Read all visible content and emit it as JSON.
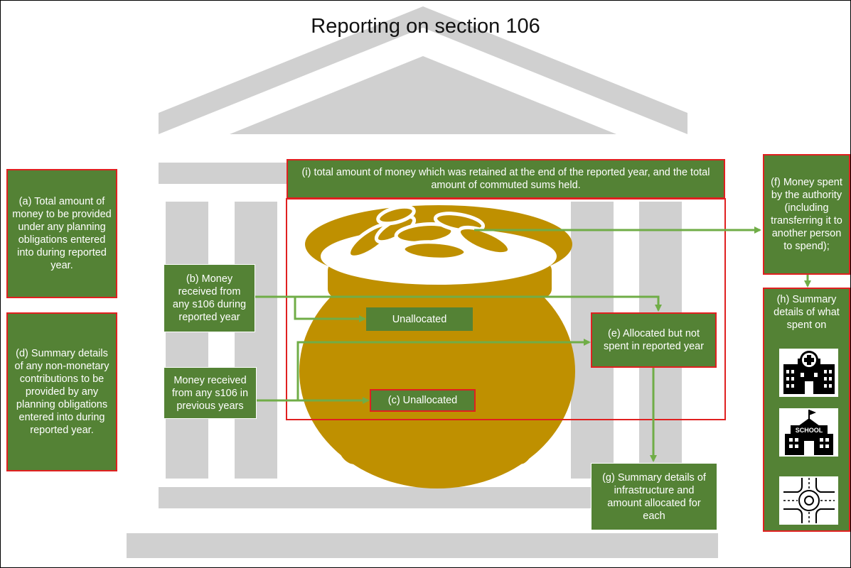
{
  "title": "Reporting on section 106",
  "boxes": {
    "a": "(a) Total amount of money to be provided under any planning obligations entered into during reported year.",
    "d": "(d) Summary details of any non-monetary contributions to be provided by any planning obligations entered into during reported year.",
    "b": "(b) Money received from any s106 during reported year",
    "prev": "Money received from any s106 in previous years",
    "unallocated": "Unallocated",
    "c": "(c) Unallocated",
    "e": "(e) Allocated but not spent in reported year",
    "g": "(g) Summary details of infrastructure and amount allocated for each",
    "i": "(i) total amount of money which was retained at the end of the reported year, and the total amount of commuted sums held.",
    "f": "(f) Money spent by the authority (including transferring it to another person to spend);",
    "h": "(h) Summary details of what spent on"
  },
  "icons": [
    "hospital-icon",
    "school-icon",
    "roundabout-icon"
  ],
  "school_sign": "SCHOOL",
  "colors": {
    "box_green": "#548235",
    "arrow_green": "#70ad47",
    "border_red": "#e02020",
    "pot_gold": "#bf9000",
    "building_gray": "#d0d0d0"
  }
}
